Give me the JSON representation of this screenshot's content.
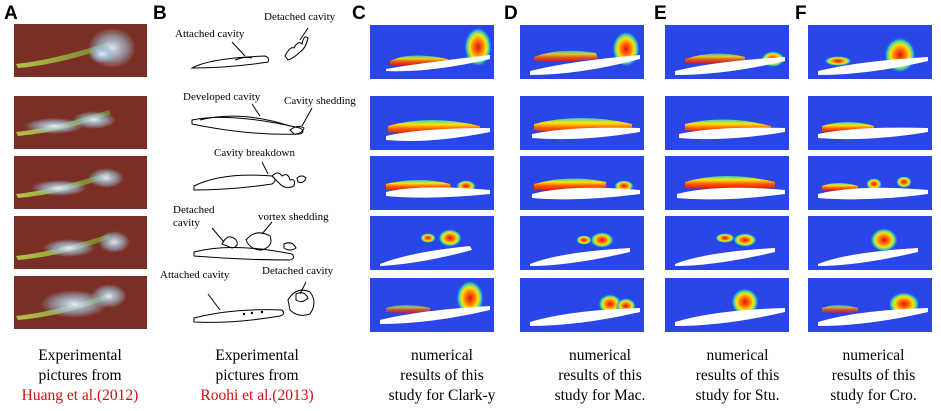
{
  "panels": {
    "a": {
      "letter": "A",
      "caption_l1": "Experimental",
      "caption_l2": "pictures from",
      "caption_ref": "Huang et al.(2012)"
    },
    "b": {
      "letter": "B",
      "caption_l1": "Experimental",
      "caption_l2": "pictures from",
      "caption_ref": "Roohi et al.(2013)",
      "labels": {
        "attached_cavity_1": "Attached cavity",
        "detached_cavity_1": "Detached cavity",
        "developed_cavity": "Developed cavity",
        "cavity_shedding": "Cavity shedding",
        "cavity_breakdown": "Cavity breakdown",
        "detached_cavity_2_l1": "Detached",
        "detached_cavity_2_l2": "cavity",
        "vortex_shedding": "vortex shedding",
        "attached_cavity_2": "Attached cavity",
        "detached_cavity_3": "Detached cavity"
      }
    },
    "c": {
      "letter": "C",
      "caption_l1": "numerical",
      "caption_l2": "results of this",
      "caption_l3": "study for Clark-y"
    },
    "d": {
      "letter": "D",
      "caption_l1": "numerical",
      "caption_l2": "results of this",
      "caption_l3": "study for Mac."
    },
    "e": {
      "letter": "E",
      "caption_l1": "numerical",
      "caption_l2": "results of this",
      "caption_l3": "study for Stu."
    },
    "f": {
      "letter": "F",
      "caption_l1": "numerical",
      "caption_l2": "results of this",
      "caption_l3": "study for Cro."
    }
  },
  "colors": {
    "sim_background": "#2a45e8",
    "hydrofoil": "#ffffff",
    "photo_background": "#7a2e24",
    "caption_ref": "#cc1111"
  }
}
